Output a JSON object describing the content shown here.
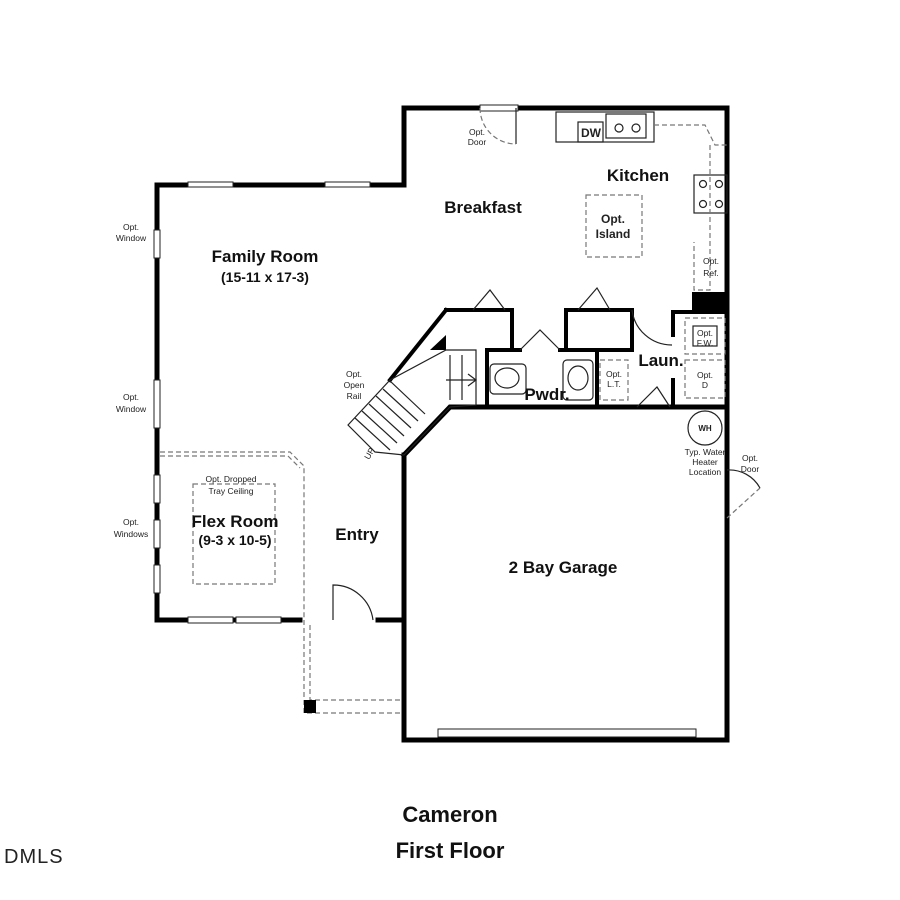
{
  "plan": {
    "name": "Cameron",
    "floor": "First Floor",
    "watermark": "DMLS"
  },
  "rooms": {
    "family_room": "Family Room",
    "family_room_dims": "(15-11 x 17-3)",
    "breakfast": "Breakfast",
    "kitchen": "Kitchen",
    "flex_room": "Flex Room",
    "flex_room_dims": "(9-3 x 10-5)",
    "entry": "Entry",
    "garage": "2 Bay Garage",
    "powder": "Pwdr.",
    "laundry": "Laun."
  },
  "notes": {
    "opt_door_top_1": "Opt.",
    "opt_door_top_2": "Door",
    "opt_window_1a": "Opt.",
    "opt_window_1b": "Window",
    "opt_window_2a": "Opt.",
    "opt_window_2b": "Window",
    "opt_windows_a": "Opt.",
    "opt_windows_b": "Windows",
    "opt_island_1": "Opt.",
    "opt_island_2": "Island",
    "opt_ref_1": "Opt.",
    "opt_ref_2": "Ref.",
    "opt_open_rail_1": "Opt.",
    "opt_open_rail_2": "Open",
    "opt_open_rail_3": "Rail",
    "opt_dropped_1": "Opt. Dropped",
    "opt_dropped_2": "Tray Ceiling",
    "opt_lt_1": "Opt.",
    "opt_lt_2": "L.T.",
    "opt_fw_1": "Opt.",
    "opt_fw_2": "F.W.",
    "opt_d_1": "Opt.",
    "opt_d_2": "D",
    "wh_1": "Typ. Water",
    "wh_2": "Heater",
    "wh_3": "Location",
    "opt_door_garage_1": "Opt.",
    "opt_door_garage_2": "Door",
    "up": "UP"
  },
  "appliances": {
    "dishwasher": "DW",
    "water_heater": "WH"
  }
}
